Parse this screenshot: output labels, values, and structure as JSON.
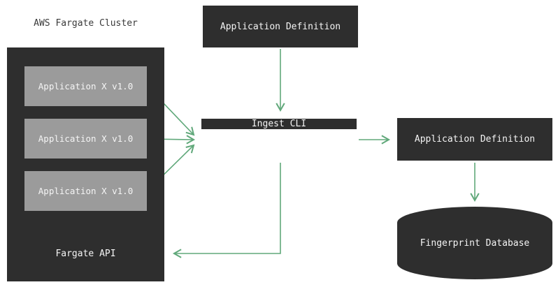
{
  "diagram": {
    "cluster": {
      "title": "AWS Fargate Cluster",
      "apps": [
        {
          "label": "Application X v1.0"
        },
        {
          "label": "Application X v1.0"
        },
        {
          "label": "Application X v1.0"
        }
      ],
      "api_label": "Fargate API"
    },
    "nodes": {
      "app_definition_top": "Application Definition",
      "ingest_cli": "Ingest CLI",
      "app_definition_right": "Application Definition",
      "fingerprint_db": "Fingerprint Database"
    },
    "edges": [
      {
        "from": "Application Definition (top)",
        "to": "Ingest CLI"
      },
      {
        "from": "Application X v1.0 (1)",
        "to": "Ingest CLI"
      },
      {
        "from": "Application X v1.0 (2)",
        "to": "Ingest CLI"
      },
      {
        "from": "Application X v1.0 (3)",
        "to": "Ingest CLI"
      },
      {
        "from": "Ingest CLI",
        "to": "Application Definition (right)"
      },
      {
        "from": "Application Definition (right)",
        "to": "Fingerprint Database"
      },
      {
        "from": "Ingest CLI",
        "to": "Fargate API"
      }
    ],
    "colors": {
      "node_bg": "#2e2e2e",
      "app_box_bg": "#9b9b9b",
      "arrow": "#60a87a",
      "text_light": "#f5f5f5",
      "text_dark": "#3a3a3a",
      "page_bg": "#ffffff"
    }
  }
}
